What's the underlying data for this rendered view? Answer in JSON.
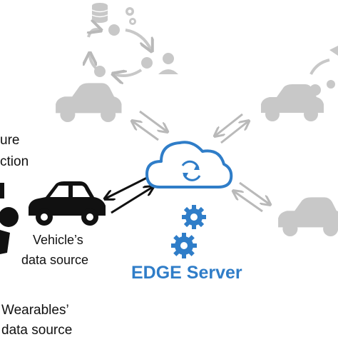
{
  "labels": {
    "left_top_line1": "ure",
    "left_top_line2": "ction",
    "vehicle_source_line1": "Vehicle’s",
    "vehicle_source_line2": "data source",
    "edge_server": "EDGE Server",
    "wearables_line1": "Wearables’",
    "wearables_line2": "data source"
  },
  "icons": [
    "database-icon",
    "gear-icon",
    "person-icon",
    "car-icon",
    "cloud-sync-icon",
    "edge-gears-icon",
    "wearable-icon"
  ],
  "colors": {
    "faded_gray": "#c8c8c8",
    "arrow_gray": "#b9b9b9",
    "edge_blue": "#2f7dc8",
    "black": "#111111"
  }
}
